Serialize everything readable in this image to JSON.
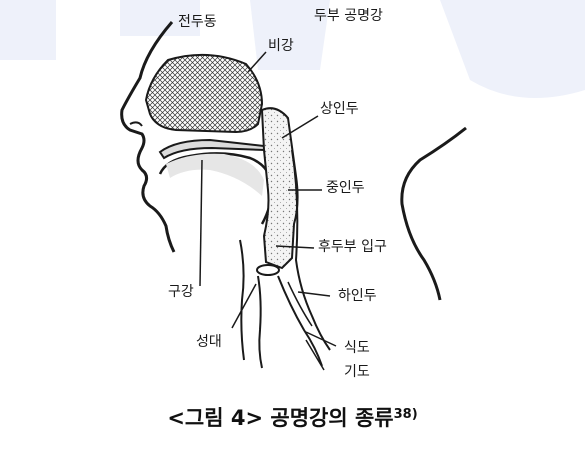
{
  "labels": {
    "anterior_head": "전두동",
    "head_resonator": "두부 공명강",
    "nasal_cavity": "비강",
    "nasopharynx": "상인두",
    "oropharynx": "중인두",
    "laryngeal_inlet": "후두부 입구",
    "oral_cavity": "구강",
    "hypopharynx": "하인두",
    "vocal_folds": "성대",
    "esophagus": "식도",
    "trachea": "기도"
  },
  "caption": {
    "text": "<그림 4> 공명강의 종류",
    "footnote": "38)"
  },
  "colors": {
    "watermark": "#eef1fa",
    "line": "#1a1a1a"
  }
}
